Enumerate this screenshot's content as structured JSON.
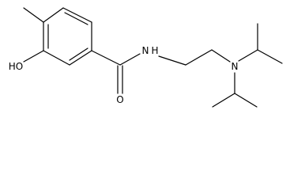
{
  "molecule": {
    "atom_labels": {
      "hydroxyl": "HO",
      "carbonyl_oxygen": "O",
      "amide_nitrogen": "N",
      "amide_hydrogen": "H",
      "amine_nitrogen": "N"
    },
    "colors": {
      "bond": "#000000",
      "text": "#000000",
      "background": "#ffffff"
    }
  }
}
